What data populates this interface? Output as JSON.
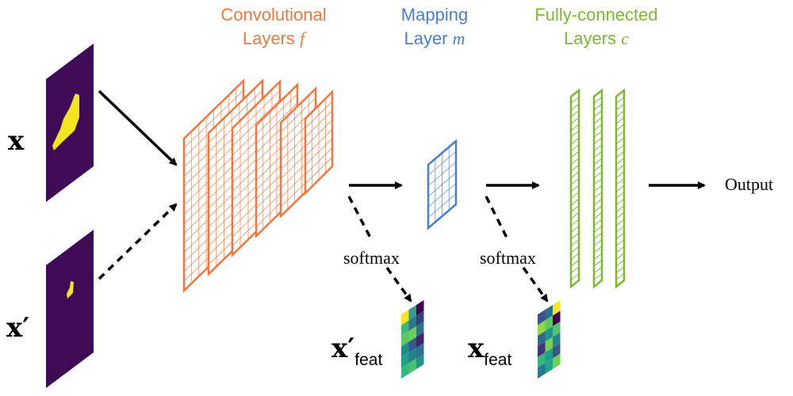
{
  "colors": {
    "conv": "#f07840",
    "mapping": "#4a7fd0",
    "fc": "#7cb82f",
    "input_bg": "#3f0b56",
    "input_shape": "#f5e51f",
    "arrow": "#000000"
  },
  "headings": {
    "conv_line1": "Convolutional",
    "conv_line2": "Layers",
    "conv_var": "f",
    "mapping_line1": "Mapping",
    "mapping_line2": "Layer",
    "mapping_var": "m",
    "fc_line1": "Fully-connected",
    "fc_line2": "Layers",
    "fc_var": "c"
  },
  "inputs": {
    "x_symbol": "x",
    "x_prime_symbol": "x′"
  },
  "labels": {
    "softmax_left": "softmax",
    "softmax_right": "softmax",
    "output": "Output"
  },
  "features": {
    "x_feat_prime_base": "x′",
    "x_feat_base": "x",
    "sub": "feat"
  },
  "heatmaps": {
    "left": [
      [
        "#f3e426",
        "#3a9a8a",
        "#440154"
      ],
      [
        "#40b77a",
        "#2a788e",
        "#31447b"
      ],
      [
        "#5bc863",
        "#6ccd5a",
        "#2d6f8e"
      ],
      [
        "#21908d",
        "#38588c",
        "#481f70"
      ],
      [
        "#1fa187",
        "#26828e",
        "#2c728e"
      ],
      [
        "#35b779",
        "#4ac16d",
        "#21918c"
      ]
    ],
    "right": [
      [
        "#3b528b",
        "#2c728e",
        "#fde725"
      ],
      [
        "#93d741",
        "#5ec962",
        "#440154"
      ],
      [
        "#31688e",
        "#21918c",
        "#52c569"
      ],
      [
        "#46337e",
        "#7ad151",
        "#26828e"
      ],
      [
        "#35b779",
        "#1f9e89",
        "#3b528b"
      ],
      [
        "#2a788e",
        "#20a386",
        "#6ece58"
      ]
    ]
  }
}
